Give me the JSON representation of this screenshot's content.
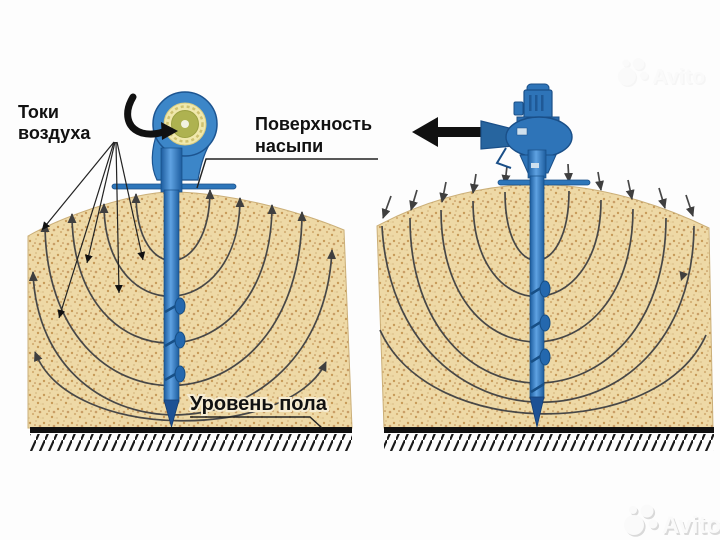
{
  "labels": {
    "air_currents_line1": "Токи",
    "air_currents_line2": "воздуха",
    "surface_line1": "Поверхность",
    "surface_line2": "насыпи",
    "floor_level": "Уровень пола"
  },
  "watermark": {
    "brand": "Avito"
  },
  "colors": {
    "sand_base": "#eed9a6",
    "sand_speckle": "#c79a58",
    "device_blue": "#2e74b8",
    "device_blue_dark": "#1a4f88",
    "flow_line": "#474747",
    "arrow_black": "#111111",
    "fan_inlet_ring": "#f0e8ac",
    "fan_inlet_center": "#aeb250",
    "background": "#fdfdfd"
  }
}
